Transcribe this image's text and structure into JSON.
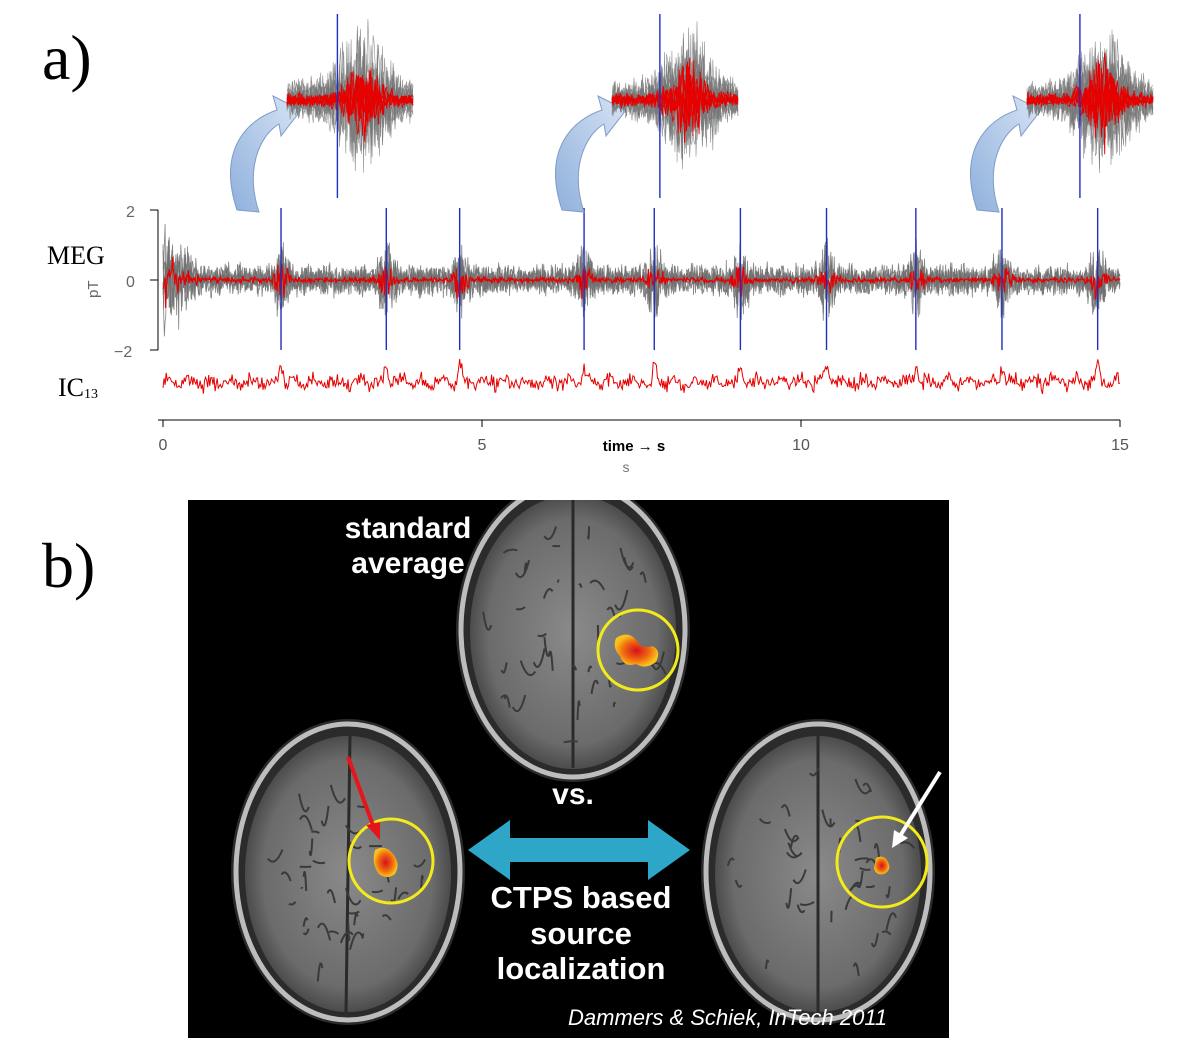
{
  "panel_a": {
    "label": "a)",
    "row_label_meg": "MEG",
    "row_label_ic_main": "IC",
    "row_label_ic_sub": "13",
    "ylabel": "pT",
    "xlabel": "time → s",
    "xlabel_unit": "s",
    "ytick_labels": [
      "2",
      "0",
      "−2"
    ],
    "xtick_labels": [
      "0",
      "5",
      "10",
      "15"
    ],
    "colors": {
      "meg_trace": "#6f6f6f",
      "ic_trace": "#e60000",
      "event_marker": "#1f2fbf",
      "arrow": "#a9c3e8"
    }
  },
  "chart_data": {
    "type": "line",
    "x": [
      0,
      15
    ],
    "xlim": [
      0,
      15
    ],
    "ylim": [
      -2,
      2
    ],
    "xticks": [
      0,
      5,
      10,
      15
    ],
    "yticks": [
      2,
      0,
      -2
    ],
    "xlabel": "time → s",
    "ylabel": "pT",
    "event_times": [
      1.85,
      3.5,
      4.65,
      6.6,
      7.7,
      9.05,
      10.4,
      11.8,
      13.15,
      14.65
    ],
    "insets": [
      {
        "marker_time": 2.95
      },
      {
        "marker_time": 7.9
      },
      {
        "marker_time": 14.45
      }
    ],
    "grid": false
  },
  "panel_b": {
    "label": "b)",
    "title_line1": "standard",
    "title_line2": "average",
    "vs_label": "vs.",
    "ctps_line1": "CTPS based",
    "ctps_line2": "source",
    "ctps_line3": "localization",
    "credit": "Dammers & Schiek, InTech 2011",
    "colors": {
      "background": "#000000",
      "circle": "#f2ea1b",
      "double_arrow": "#2ea6c7",
      "red_arrow": "#e8141b",
      "white_arrow": "#ffffff",
      "activation": "#f05a1a"
    }
  }
}
